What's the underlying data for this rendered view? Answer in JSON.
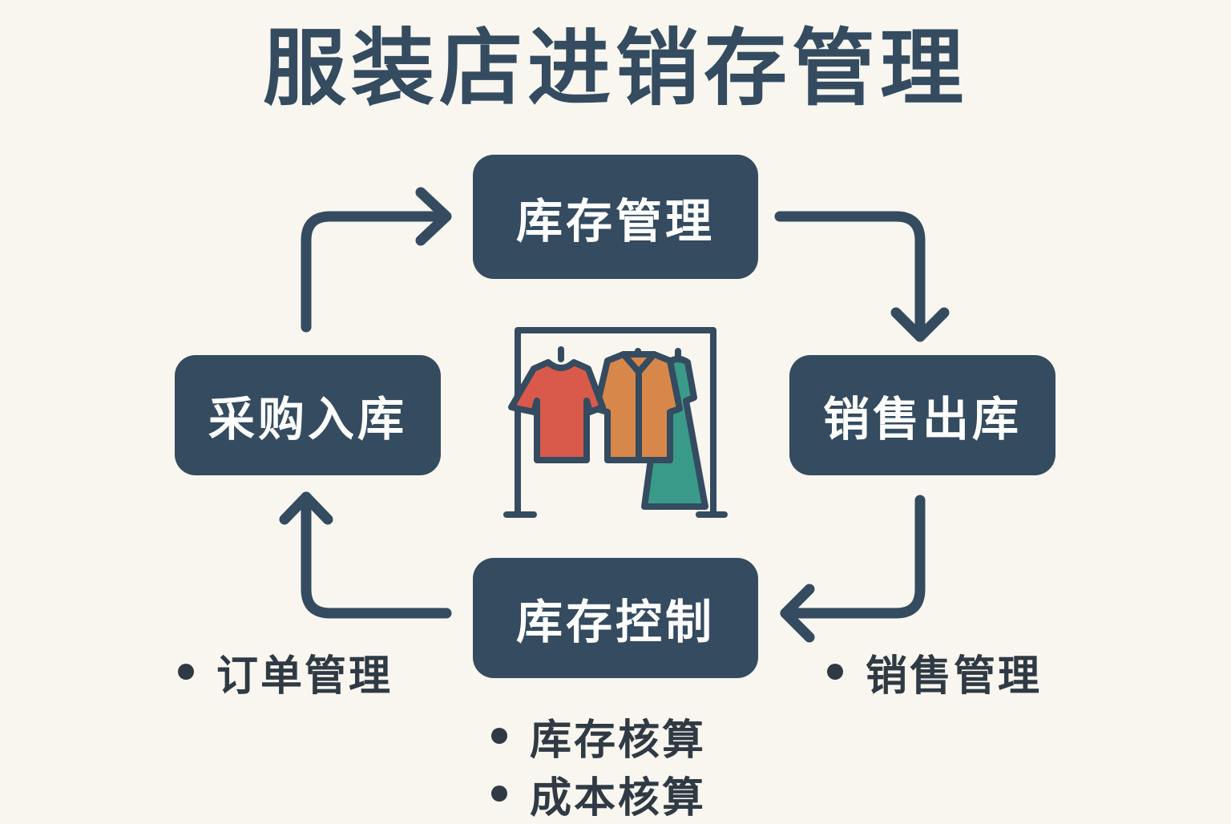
{
  "title": "服装店进销存管理",
  "nodes": {
    "top": "库存管理",
    "left": "采购入库",
    "right": "销售出库",
    "bottom": "库存控制"
  },
  "bullets": {
    "left": [
      "订单管理"
    ],
    "right": [
      "销售管理"
    ],
    "bottom": [
      "库存核算",
      "成本核算"
    ]
  },
  "icon": "clothing-rack-icon",
  "colors": {
    "background": "#f8f6ef",
    "box": "#344b60",
    "box_text": "#ffffff",
    "arrow": "#344b60",
    "shirt": "#d95a4a",
    "jacket": "#d8874a",
    "dress": "#3a9a8a"
  }
}
